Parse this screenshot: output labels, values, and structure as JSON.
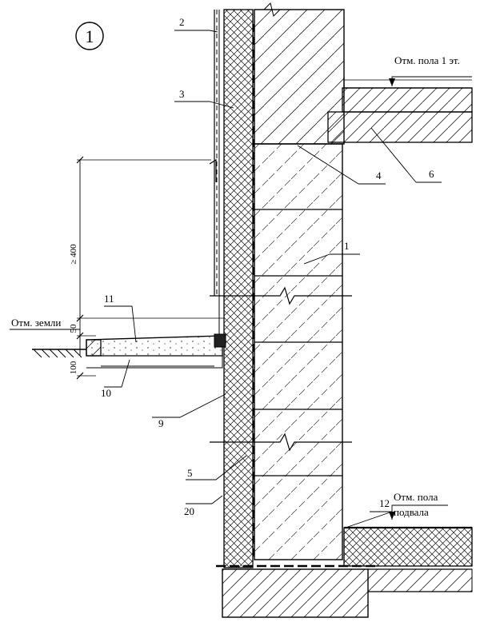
{
  "detail_number": "1",
  "callouts": [
    "2",
    "3",
    "4",
    "6",
    "1",
    "11",
    "10",
    "9",
    "5",
    "20",
    "12"
  ],
  "levels": {
    "floor_1": "Отм. пола 1 эт.",
    "ground": "Отм. земли",
    "basement_line1": "Отм. пола",
    "basement_line2": "подвала"
  },
  "dimensions": {
    "height_min": "≥ 400",
    "gap": "50",
    "blind_area": "100"
  }
}
